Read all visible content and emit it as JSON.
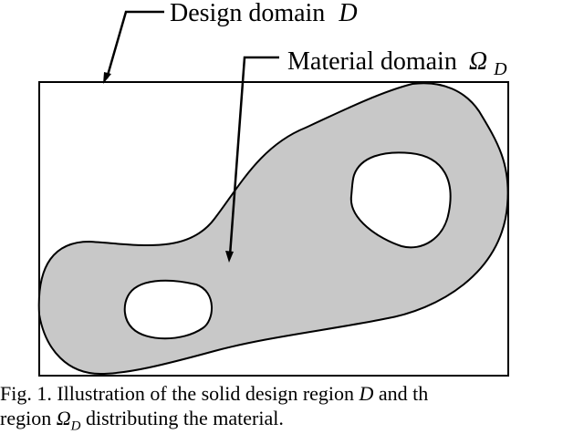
{
  "labels": {
    "design_domain_text": "Design domain",
    "design_domain_symbol": "D",
    "material_domain_text": "Material domain",
    "material_domain_symbol": "Ω",
    "material_domain_subscript": "D"
  },
  "caption": {
    "line1_prefix": "Fig. 1. Illustration of the solid design region",
    "line1_symbol": "D",
    "line1_suffix": "and th",
    "line2_prefix": "region",
    "line2_symbol": "Ω",
    "line2_subscript": "D",
    "line2_suffix": "distributing the material."
  },
  "colors": {
    "material_fill": "#c8c8c8",
    "stroke": "#000000",
    "background": "#ffffff"
  }
}
